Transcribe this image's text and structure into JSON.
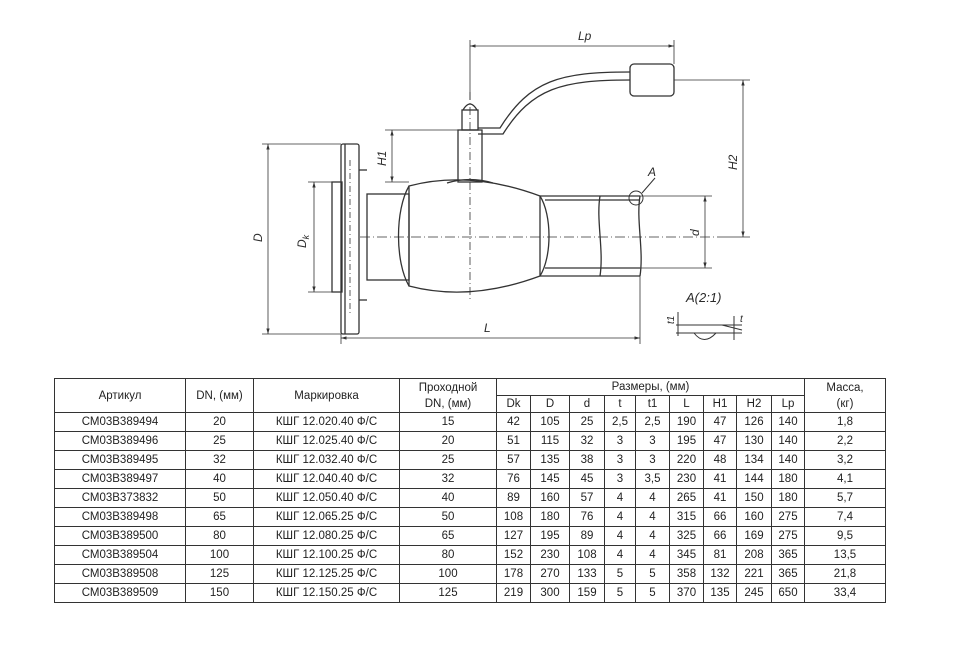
{
  "drawing": {
    "labels": {
      "Lp": "Lp",
      "H1": "H1",
      "H2": "H2",
      "D": "D",
      "Dk": "D",
      "Dk_sub": "k",
      "d": "d",
      "L": "L",
      "A": "A",
      "detail": "A(2:1)",
      "t1": "t1",
      "t": "t"
    }
  },
  "table": {
    "headers": {
      "article": "Артикул",
      "dn": "DN, (мм)",
      "marking": "Маркировка",
      "passage_line1": "Проходной",
      "passage_line2": "DN, (мм)",
      "dims_group": "Размеры, (мм)",
      "mass_line1": "Масса,",
      "mass_line2": "(кг)"
    },
    "dim_columns": [
      "Dk",
      "D",
      "d",
      "t",
      "t1",
      "L",
      "H1",
      "H2",
      "Lp"
    ],
    "rows": [
      {
        "article": "СМ03В389494",
        "dn": "20",
        "marking": "КШГ 12.020.40 Ф/С",
        "passage": "15",
        "Dk": "42",
        "D": "105",
        "d": "25",
        "t": "2,5",
        "t1": "2,5",
        "L": "190",
        "H1": "47",
        "H2": "126",
        "Lp": "140",
        "mass": "1,8"
      },
      {
        "article": "СМ03В389496",
        "dn": "25",
        "marking": "КШГ 12.025.40 Ф/С",
        "passage": "20",
        "Dk": "51",
        "D": "115",
        "d": "32",
        "t": "3",
        "t1": "3",
        "L": "195",
        "H1": "47",
        "H2": "130",
        "Lp": "140",
        "mass": "2,2"
      },
      {
        "article": "СМ03В389495",
        "dn": "32",
        "marking": "КШГ 12.032.40 Ф/С",
        "passage": "25",
        "Dk": "57",
        "D": "135",
        "d": "38",
        "t": "3",
        "t1": "3",
        "L": "220",
        "H1": "48",
        "H2": "134",
        "Lp": "140",
        "mass": "3,2"
      },
      {
        "article": "СМ03В389497",
        "dn": "40",
        "marking": "КШГ 12.040.40 Ф/С",
        "passage": "32",
        "Dk": "76",
        "D": "145",
        "d": "45",
        "t": "3",
        "t1": "3,5",
        "L": "230",
        "H1": "41",
        "H2": "144",
        "Lp": "180",
        "mass": "4,1"
      },
      {
        "article": "СМ03В373832",
        "dn": "50",
        "marking": "КШГ 12.050.40 Ф/С",
        "passage": "40",
        "Dk": "89",
        "D": "160",
        "d": "57",
        "t": "4",
        "t1": "4",
        "L": "265",
        "H1": "41",
        "H2": "150",
        "Lp": "180",
        "mass": "5,7"
      },
      {
        "article": "СМ03В389498",
        "dn": "65",
        "marking": "КШГ 12.065.25 Ф/С",
        "passage": "50",
        "Dk": "108",
        "D": "180",
        "d": "76",
        "t": "4",
        "t1": "4",
        "L": "315",
        "H1": "66",
        "H2": "160",
        "Lp": "275",
        "mass": "7,4"
      },
      {
        "article": "СМ03В389500",
        "dn": "80",
        "marking": "КШГ 12.080.25 Ф/С",
        "passage": "65",
        "Dk": "127",
        "D": "195",
        "d": "89",
        "t": "4",
        "t1": "4",
        "L": "325",
        "H1": "66",
        "H2": "169",
        "Lp": "275",
        "mass": "9,5"
      },
      {
        "article": "СМ03В389504",
        "dn": "100",
        "marking": "КШГ 12.100.25 Ф/С",
        "passage": "80",
        "Dk": "152",
        "D": "230",
        "d": "108",
        "t": "4",
        "t1": "4",
        "L": "345",
        "H1": "81",
        "H2": "208",
        "Lp": "365",
        "mass": "13,5"
      },
      {
        "article": "СМ03В389508",
        "dn": "125",
        "marking": "КШГ 12.125.25 Ф/С",
        "passage": "100",
        "Dk": "178",
        "D": "270",
        "d": "133",
        "t": "5",
        "t1": "5",
        "L": "358",
        "H1": "132",
        "H2": "221",
        "Lp": "365",
        "mass": "21,8"
      },
      {
        "article": "СМ03В389509",
        "dn": "150",
        "marking": "КШГ 12.150.25 Ф/С",
        "passage": "125",
        "Dk": "219",
        "D": "300",
        "d": "159",
        "t": "5",
        "t1": "5",
        "L": "370",
        "H1": "135",
        "H2": "245",
        "Lp": "650",
        "mass": "33,4"
      }
    ]
  }
}
